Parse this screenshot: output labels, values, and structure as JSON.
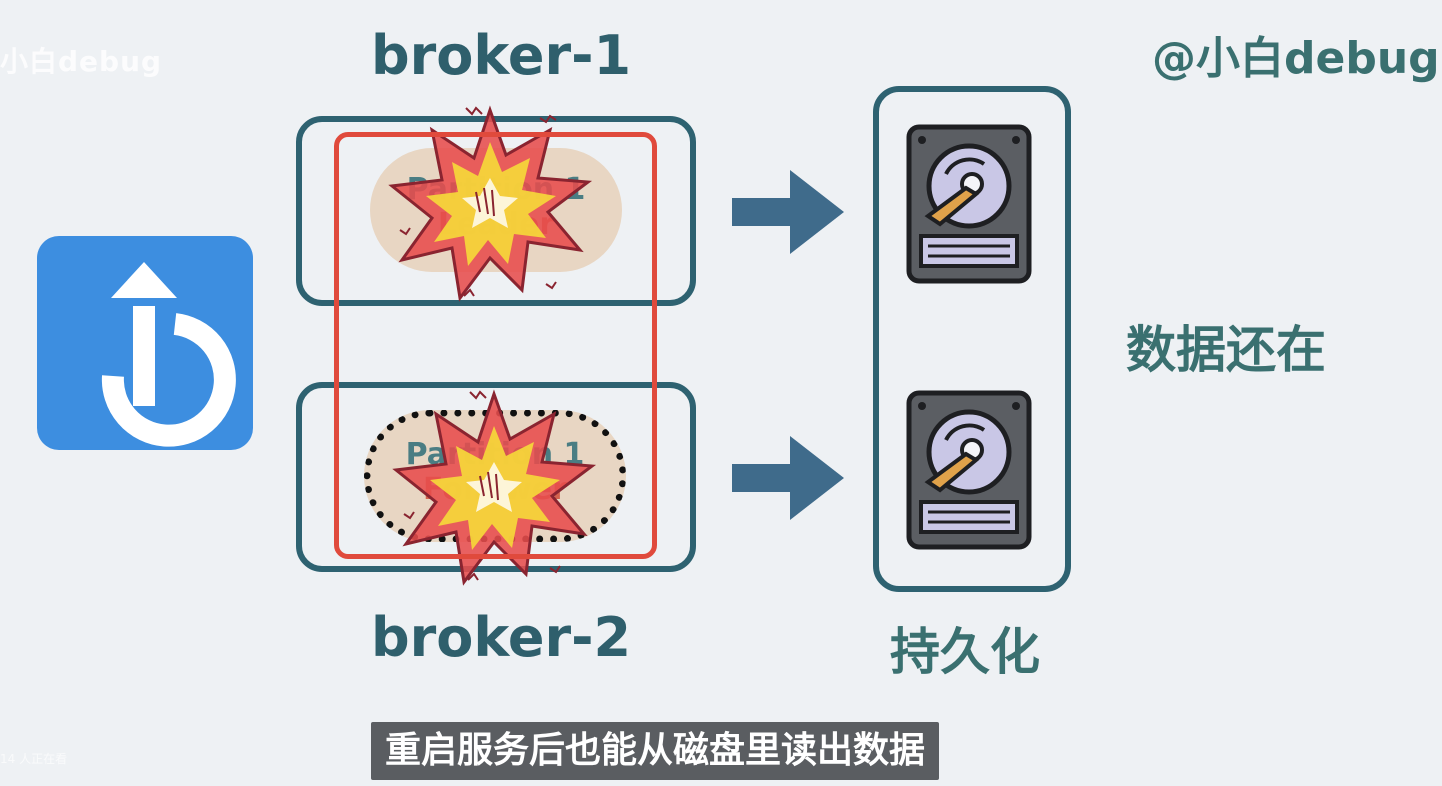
{
  "watermark_top_left": "小白debug",
  "brand": "@小白debug",
  "broker1": {
    "title": "broker-1",
    "partition_name": "Partition 1",
    "partition_role": "Leader"
  },
  "broker2": {
    "title": "broker-2",
    "partition_name": "Partition 1",
    "partition_role": "Follower"
  },
  "persist_label": "持久化",
  "data_remains_label": "数据还在",
  "subtitle": "重启服务后也能从磁盘里读出数据",
  "viewer_count": "14 人正在看",
  "icons": {
    "app": "power-restart-icon",
    "explosion": "explosion-icon",
    "arrow": "arrow-right-icon",
    "disk": "hard-disk-icon"
  },
  "colors": {
    "background": "#eef1f4",
    "teal": "#2e6271",
    "app_blue": "#3d8ee0",
    "red_frame": "#e04a3c",
    "arrow": "#3f6b8b"
  }
}
